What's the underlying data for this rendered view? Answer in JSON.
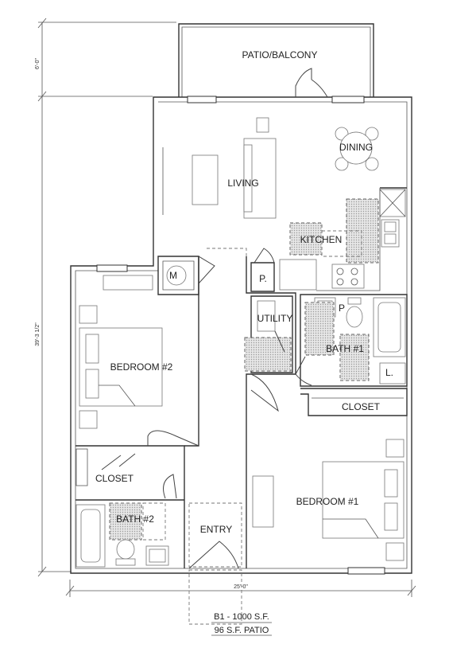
{
  "rooms": {
    "patio": "PATIO/BALCONY",
    "dining": "DINING",
    "living": "LIVING",
    "kitchen": "KITCHEN",
    "pantry": "P.",
    "mech": "M",
    "utility": "UTILITY",
    "bedroom2": "BEDROOM #2",
    "bath1": "BATH #1",
    "linen": "L.",
    "closet1": "CLOSET",
    "closet2": "CLOSET",
    "bath2": "BATH #2",
    "bedroom1": "BEDROOM #1",
    "entry": "ENTRY",
    "bath1_p": "P"
  },
  "dimensions": {
    "patio_depth": "6'-0\"",
    "overall_depth": "39'-3 1/2\"",
    "overall_width": "25'-0\""
  },
  "caption": {
    "unit": "B1 - 1000 S.F.",
    "patio": "96 S.F. PATIO"
  }
}
